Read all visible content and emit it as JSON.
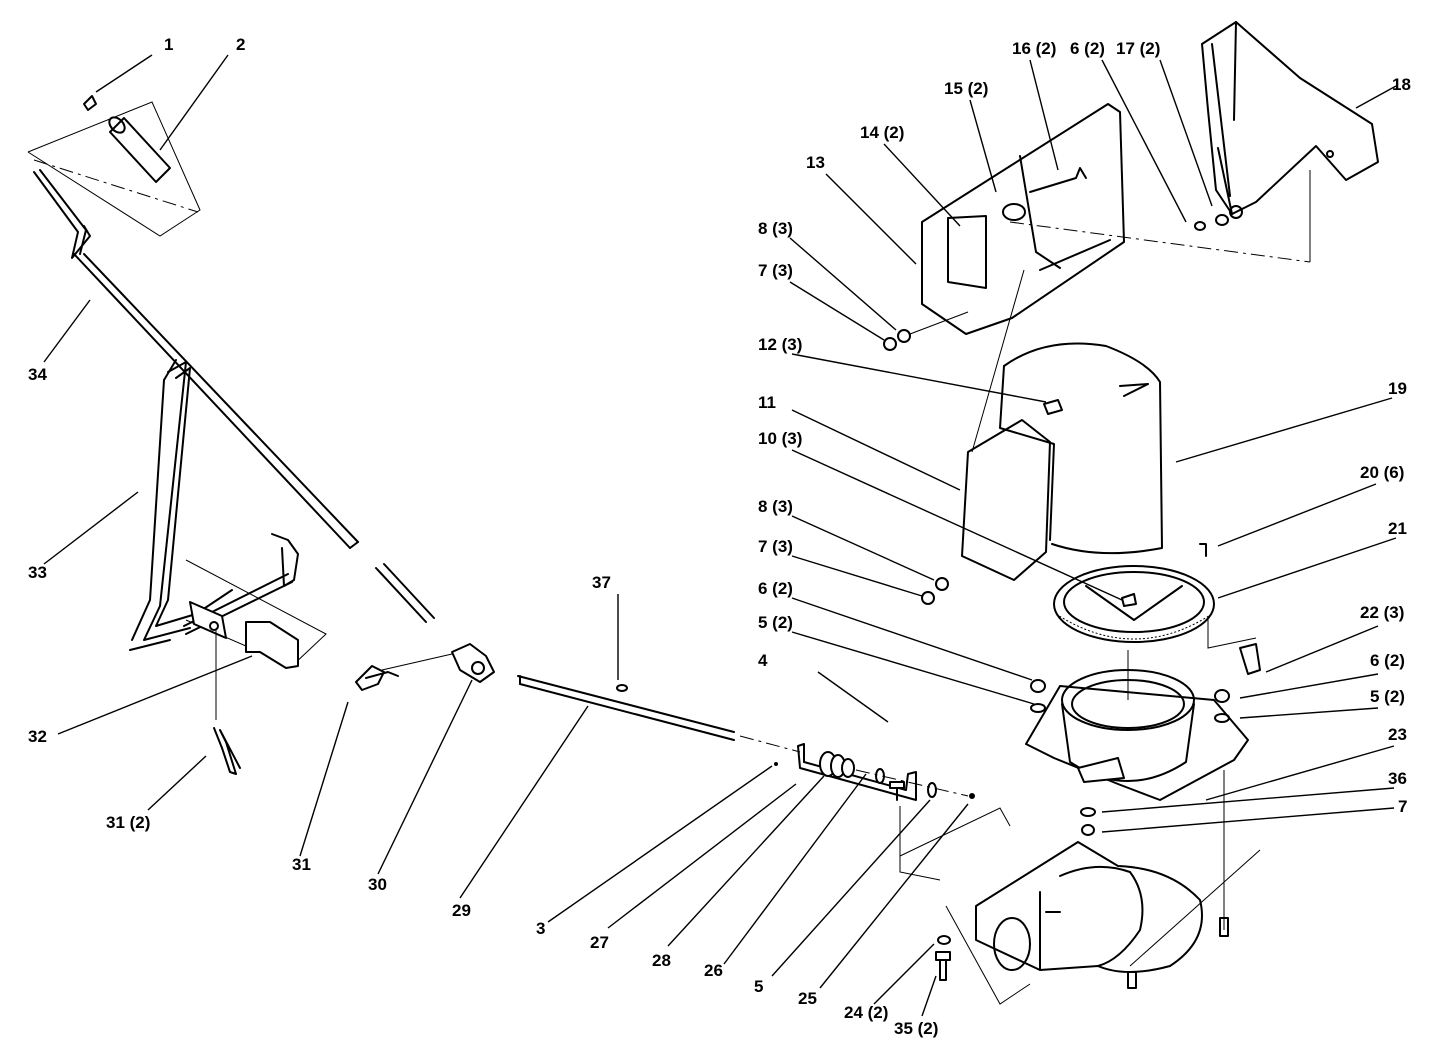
{
  "diagram": {
    "callouts": [
      {
        "id": "c1",
        "label": "1"
      },
      {
        "id": "c2",
        "label": "2"
      },
      {
        "id": "c34",
        "label": "34"
      },
      {
        "id": "c33",
        "label": "33"
      },
      {
        "id": "c32",
        "label": "32"
      },
      {
        "id": "c31b",
        "label": "31 (2)"
      },
      {
        "id": "c31",
        "label": "31"
      },
      {
        "id": "c30",
        "label": "30"
      },
      {
        "id": "c29",
        "label": "29"
      },
      {
        "id": "c37",
        "label": "37"
      },
      {
        "id": "c3",
        "label": "3"
      },
      {
        "id": "c27",
        "label": "27"
      },
      {
        "id": "c28",
        "label": "28"
      },
      {
        "id": "c26",
        "label": "26"
      },
      {
        "id": "c5a",
        "label": "5"
      },
      {
        "id": "c25",
        "label": "25"
      },
      {
        "id": "c4",
        "label": "4"
      },
      {
        "id": "c24",
        "label": "24 (2)"
      },
      {
        "id": "c35",
        "label": "35 (2)"
      },
      {
        "id": "c13",
        "label": "13"
      },
      {
        "id": "c14",
        "label": "14 (2)"
      },
      {
        "id": "c15",
        "label": "15 (2)"
      },
      {
        "id": "c16",
        "label": "16 (2)"
      },
      {
        "id": "c6a",
        "label": "6 (2)"
      },
      {
        "id": "c17",
        "label": "17 (2)"
      },
      {
        "id": "c18",
        "label": "18"
      },
      {
        "id": "c8a",
        "label": "8 (3)"
      },
      {
        "id": "c7a",
        "label": "7 (3)"
      },
      {
        "id": "c12",
        "label": "12 (3)"
      },
      {
        "id": "c11",
        "label": "11"
      },
      {
        "id": "c10",
        "label": "10 (3)"
      },
      {
        "id": "c19",
        "label": "19"
      },
      {
        "id": "c8b",
        "label": "8 (3)"
      },
      {
        "id": "c7b",
        "label": "7 (3)"
      },
      {
        "id": "c6b",
        "label": "6 (2)"
      },
      {
        "id": "c5b",
        "label": "5 (2)"
      },
      {
        "id": "c20",
        "label": "20 (6)"
      },
      {
        "id": "c21",
        "label": "21"
      },
      {
        "id": "c22",
        "label": "22 (3)"
      },
      {
        "id": "c6c",
        "label": "6 (2)"
      },
      {
        "id": "c5c",
        "label": "5 (2)"
      },
      {
        "id": "c23",
        "label": "23"
      },
      {
        "id": "c36",
        "label": "36"
      },
      {
        "id": "c7c",
        "label": "7"
      }
    ]
  }
}
